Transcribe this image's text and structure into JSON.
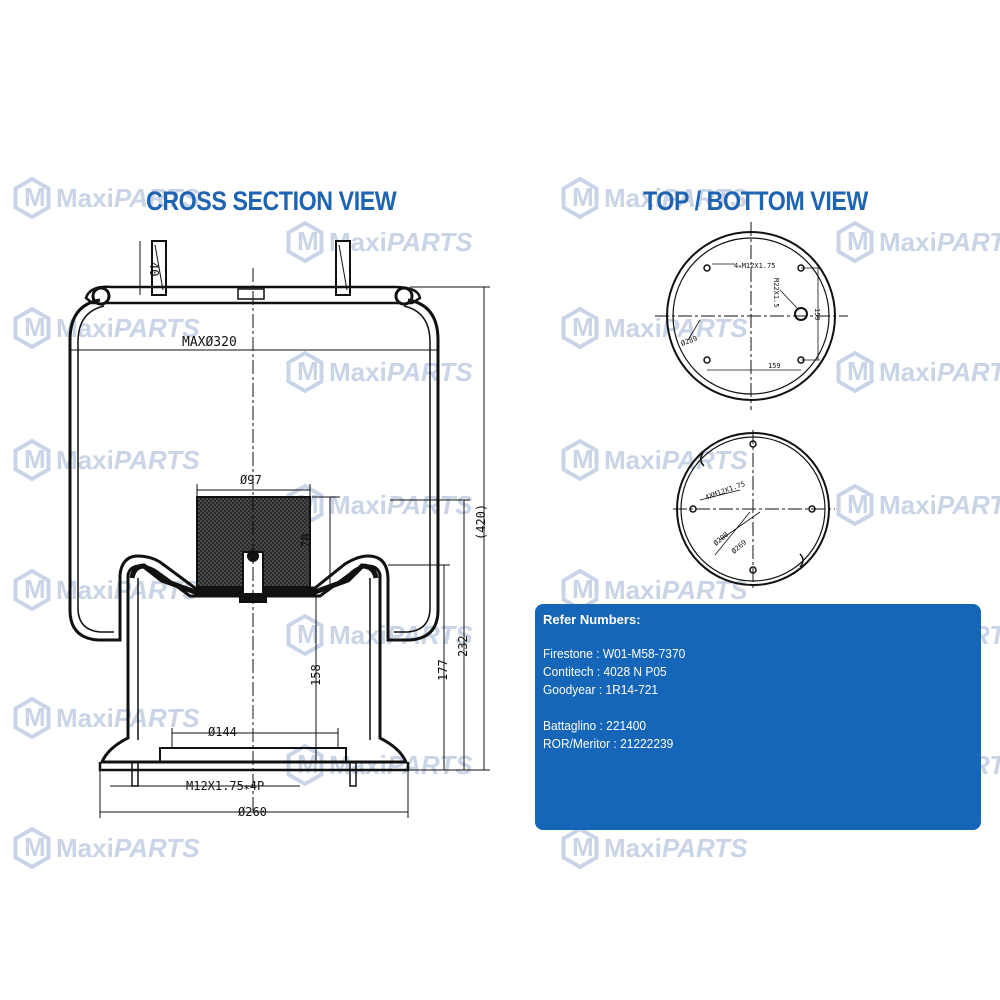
{
  "headings": {
    "cross_section": "CROSS SECTION VIEW",
    "top_bottom": "TOP / BOTTOM VIEW"
  },
  "watermark": {
    "brand_prefix": "Maxi",
    "brand_suffix": "PARTS",
    "color": "#c9d4e6"
  },
  "cross_section_dims": {
    "stud_height": "40",
    "max_diameter": "MAXØ320",
    "bumper_diameter": "Ø97",
    "bumper_height": "70",
    "overall_height": "(420)",
    "height_232": "232",
    "height_177": "177",
    "height_158": "158",
    "piston_diameter": "Ø144",
    "base_thread": "M12X1.75⁎4P",
    "base_diameter": "Ø260"
  },
  "top_view_dims": {
    "stud_thread": "4⁎M12X1.75",
    "center_thread": "M22X1.5",
    "bolt_circle": "Ø289",
    "spacing_x": "159",
    "spacing_y": "159"
  },
  "bottom_view_dims": {
    "bolt_thread": "4XM12X1.75",
    "diameter_200": "Ø200",
    "diameter_269": "Ø269"
  },
  "refer": {
    "title": "Refer Numbers:",
    "lines": [
      "Firestone  : W01-M58-7370",
      "Contitech  : 4028 N P05",
      "Goodyear  : 1R14-721",
      "Battaglino  : 221400",
      "ROR/Meritor  : 21222239"
    ]
  },
  "colors": {
    "heading": "#1f63b3",
    "panel": "#1565b8",
    "line": "#111111"
  }
}
